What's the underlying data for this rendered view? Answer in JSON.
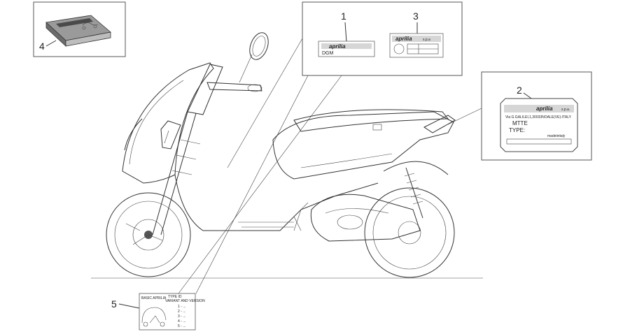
{
  "callouts": {
    "c1": "1",
    "c2": "2",
    "c3": "3",
    "c4": "4",
    "c5": "5"
  },
  "decal1": {
    "brand": "aprilia",
    "code": "DGM"
  },
  "decal3": {
    "brand": "aprilia",
    "suffix": "s.p.a"
  },
  "plate2": {
    "brand": "aprilia",
    "suffix": "s.p.a.",
    "address": "Via G.GALILEI,1,30033NOALE(VE)-ITALY",
    "model": "MTTE",
    "type_label": "TYPE:",
    "origin": "madeinitaly"
  },
  "label5": {
    "header_left": "BASIC  APRILIA",
    "header_right": "TYPE  ID",
    "header_sub": "VARIANT  AND  VERSION",
    "items": [
      "1 - ...",
      "2 - ...",
      "3 - ...",
      "4 - ...",
      "5 - ..."
    ]
  },
  "colors": {
    "line": "#333333",
    "frame": "#555555",
    "book_cover": "#888888",
    "book_stripe": "#4a4a4a"
  }
}
